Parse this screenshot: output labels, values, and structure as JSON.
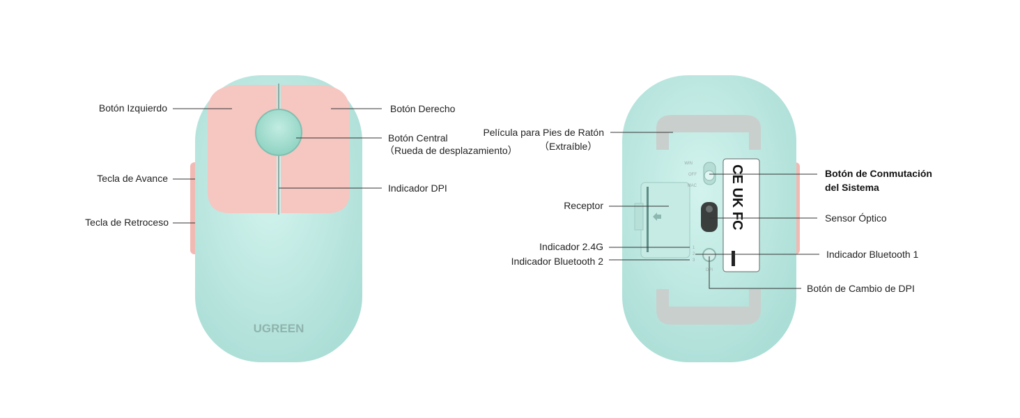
{
  "brand_logo": "UGREEN",
  "colors": {
    "body": "#bfe9e3",
    "buttons": "#f6c3bf",
    "wheel": "#a8e0d2",
    "feet": "#c9cfcc",
    "line": "#333333"
  },
  "top_view": {
    "left_button": "Botón Izquierdo",
    "right_button": "Botón Derecho",
    "middle_button": "Botón Central",
    "middle_button_note": "（Rueda de desplazamiento）",
    "dpi_indicator": "Indicador DPI",
    "forward_key": "Tecla de Avance",
    "back_key": "Tecla de Retroceso"
  },
  "bottom_view": {
    "feet_film": "Película para Pies de Ratón",
    "feet_film_note": "（Extraíble）",
    "system_switch_line1": "Botón de Conmutación",
    "system_switch_line2": "del Sistema",
    "receiver": "Receptor",
    "optical_sensor": "Sensor Óptico",
    "indicator_24g": "Indicador 2.4G",
    "indicator_bt2": "Indicador Bluetooth 2",
    "indicator_bt1": "Indicador Bluetooth 1",
    "dpi_button": "Botón de Cambio de DPI",
    "switch_marks": [
      "WIN",
      "OFF",
      "MAC"
    ],
    "indicator_marks": [
      "1",
      "2",
      "3"
    ],
    "dpi_mark": "DPI"
  }
}
